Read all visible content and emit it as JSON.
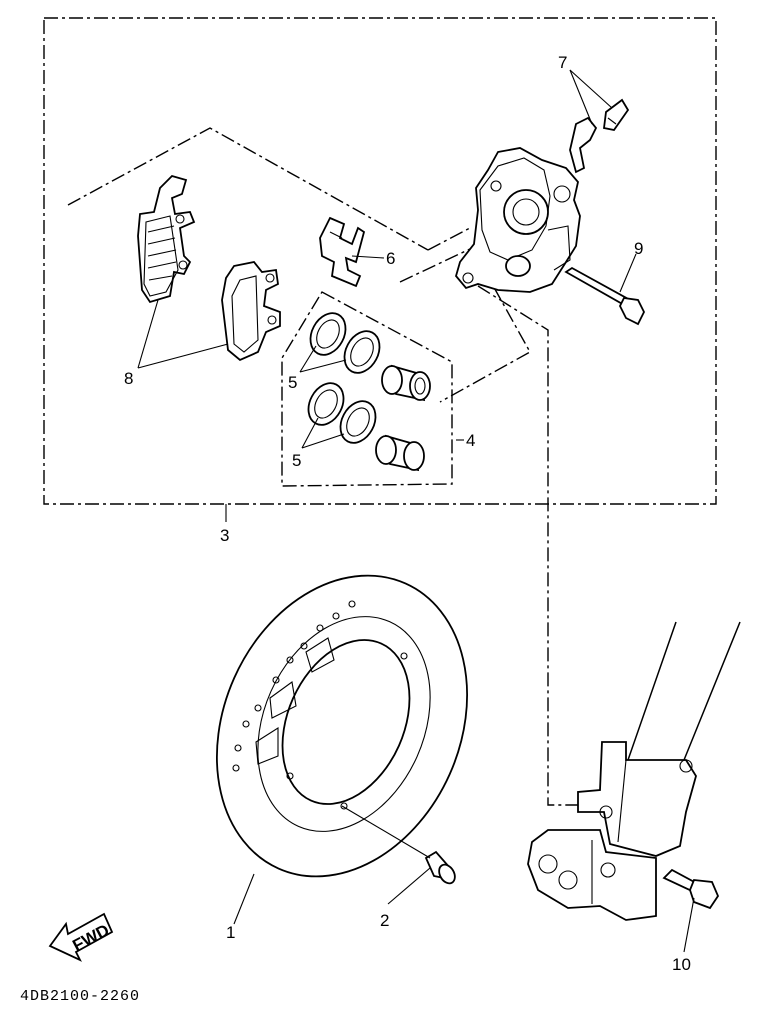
{
  "callouts": {
    "c1": "1",
    "c2": "2",
    "c3": "3",
    "c4": "4",
    "c5a": "5",
    "c5b": "5",
    "c6": "6",
    "c7": "7",
    "c8": "8",
    "c9": "9",
    "c10": "10"
  },
  "fwd_label": "FWD",
  "diagram_code": "4DB2100-2260"
}
